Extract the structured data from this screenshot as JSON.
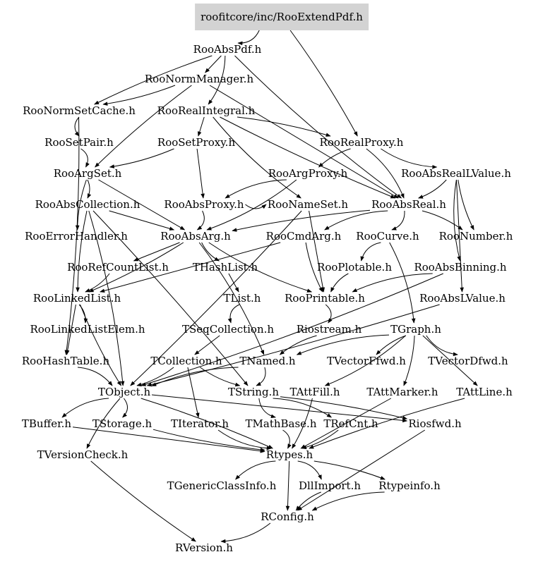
{
  "nodes": [
    {
      "id": "root",
      "label": "roofitcore/inc/RooExtendPdf.h",
      "root": true
    },
    {
      "id": "RooAbsPdf",
      "label": "RooAbsPdf.h"
    },
    {
      "id": "RooNormManager",
      "label": "RooNormManager.h"
    },
    {
      "id": "RooNormSetCache",
      "label": "RooNormSetCache.h"
    },
    {
      "id": "RooRealIntegral",
      "label": "RooRealIntegral.h"
    },
    {
      "id": "RooSetPair",
      "label": "RooSetPair.h"
    },
    {
      "id": "RooSetProxy",
      "label": "RooSetProxy.h"
    },
    {
      "id": "RooRealProxy",
      "label": "RooRealProxy.h"
    },
    {
      "id": "RooArgSet",
      "label": "RooArgSet.h"
    },
    {
      "id": "RooArgProxy",
      "label": "RooArgProxy.h"
    },
    {
      "id": "RooAbsRealLValue",
      "label": "RooAbsRealLValue.h"
    },
    {
      "id": "RooAbsCollection",
      "label": "RooAbsCollection.h"
    },
    {
      "id": "RooAbsProxy",
      "label": "RooAbsProxy.h"
    },
    {
      "id": "RooNameSet",
      "label": "RooNameSet.h"
    },
    {
      "id": "RooAbsReal",
      "label": "RooAbsReal.h"
    },
    {
      "id": "RooErrorHandler",
      "label": "RooErrorHandler.h"
    },
    {
      "id": "RooAbsArg",
      "label": "RooAbsArg.h"
    },
    {
      "id": "RooCmdArg",
      "label": "RooCmdArg.h"
    },
    {
      "id": "RooCurve",
      "label": "RooCurve.h"
    },
    {
      "id": "RooNumber",
      "label": "RooNumber.h"
    },
    {
      "id": "RooRefCountList",
      "label": "RooRefCountList.h"
    },
    {
      "id": "THashList",
      "label": "THashList.h"
    },
    {
      "id": "RooPlotable",
      "label": "RooPlotable.h"
    },
    {
      "id": "RooAbsBinning",
      "label": "RooAbsBinning.h"
    },
    {
      "id": "RooLinkedList",
      "label": "RooLinkedList.h"
    },
    {
      "id": "TList",
      "label": "TList.h"
    },
    {
      "id": "RooPrintable",
      "label": "RooPrintable.h"
    },
    {
      "id": "RooAbsLValue",
      "label": "RooAbsLValue.h"
    },
    {
      "id": "RooLinkedListElem",
      "label": "RooLinkedListElem.h"
    },
    {
      "id": "TSeqCollection",
      "label": "TSeqCollection.h"
    },
    {
      "id": "Riostream",
      "label": "Riostream.h"
    },
    {
      "id": "TGraph",
      "label": "TGraph.h"
    },
    {
      "id": "RooHashTable",
      "label": "RooHashTable.h"
    },
    {
      "id": "TCollection",
      "label": "TCollection.h"
    },
    {
      "id": "TNamed",
      "label": "TNamed.h"
    },
    {
      "id": "TVectorFfwd",
      "label": "TVectorFfwd.h"
    },
    {
      "id": "TVectorDfwd",
      "label": "TVectorDfwd.h"
    },
    {
      "id": "TObject",
      "label": "TObject.h"
    },
    {
      "id": "TString",
      "label": "TString.h"
    },
    {
      "id": "TAttFill",
      "label": "TAttFill.h"
    },
    {
      "id": "TAttMarker",
      "label": "TAttMarker.h"
    },
    {
      "id": "TAttLine",
      "label": "TAttLine.h"
    },
    {
      "id": "TBuffer",
      "label": "TBuffer.h"
    },
    {
      "id": "TStorage",
      "label": "TStorage.h"
    },
    {
      "id": "TIterator",
      "label": "TIterator.h"
    },
    {
      "id": "TMathBase",
      "label": "TMathBase.h"
    },
    {
      "id": "TRefCnt",
      "label": "TRefCnt.h"
    },
    {
      "id": "Riosfwd",
      "label": "Riosfwd.h"
    },
    {
      "id": "TVersionCheck",
      "label": "TVersionCheck.h"
    },
    {
      "id": "Rtypes",
      "label": "Rtypes.h"
    },
    {
      "id": "TGenericClassInfo",
      "label": "TGenericClassInfo.h"
    },
    {
      "id": "DllImport",
      "label": "DllImport.h"
    },
    {
      "id": "Rtypeinfo",
      "label": "Rtypeinfo.h"
    },
    {
      "id": "RConfig",
      "label": "RConfig.h"
    },
    {
      "id": "RVersion",
      "label": "RVersion.h"
    }
  ],
  "edges": [
    [
      "root",
      "RooAbsPdf"
    ],
    [
      "root",
      "RooRealProxy"
    ],
    [
      "RooAbsPdf",
      "RooNormManager"
    ],
    [
      "RooAbsPdf",
      "RooNormSetCache"
    ],
    [
      "RooAbsPdf",
      "RooAbsReal"
    ],
    [
      "RooAbsPdf",
      "RooRealIntegral"
    ],
    [
      "RooNormManager",
      "RooNormSetCache"
    ],
    [
      "RooNormManager",
      "RooAbsReal"
    ],
    [
      "RooNormManager",
      "RooArgSet"
    ],
    [
      "RooNormSetCache",
      "RooSetPair"
    ],
    [
      "RooNormSetCache",
      "RooHashTable"
    ],
    [
      "RooRealIntegral",
      "RooRealProxy"
    ],
    [
      "RooRealIntegral",
      "RooSetProxy"
    ],
    [
      "RooRealIntegral",
      "RooAbsReal"
    ],
    [
      "RooRealIntegral",
      "RooNameSet"
    ],
    [
      "RooSetPair",
      "RooArgSet"
    ],
    [
      "RooSetProxy",
      "RooArgSet"
    ],
    [
      "RooSetProxy",
      "RooAbsProxy"
    ],
    [
      "RooRealProxy",
      "RooArgProxy"
    ],
    [
      "RooRealProxy",
      "RooAbsRealLValue"
    ],
    [
      "RooRealProxy",
      "RooAbsReal"
    ],
    [
      "RooArgSet",
      "RooAbsCollection"
    ],
    [
      "RooArgSet",
      "RooAbsArg"
    ],
    [
      "RooArgSet",
      "RooErrorHandler"
    ],
    [
      "RooArgProxy",
      "RooAbsProxy"
    ],
    [
      "RooArgProxy",
      "RooAbsArg"
    ],
    [
      "RooAbsRealLValue",
      "RooAbsReal"
    ],
    [
      "RooAbsRealLValue",
      "RooAbsLValue"
    ],
    [
      "RooAbsRealLValue",
      "RooNumber"
    ],
    [
      "RooAbsRealLValue",
      "RooAbsBinning"
    ],
    [
      "RooAbsCollection",
      "TObject"
    ],
    [
      "RooAbsCollection",
      "TString"
    ],
    [
      "RooAbsCollection",
      "RooAbsArg"
    ],
    [
      "RooAbsCollection",
      "RooLinkedList"
    ],
    [
      "RooAbsProxy",
      "RooNameSet"
    ],
    [
      "RooAbsProxy",
      "RooAbsArg"
    ],
    [
      "RooNameSet",
      "TObject"
    ],
    [
      "RooNameSet",
      "RooPrintable"
    ],
    [
      "RooAbsReal",
      "RooAbsArg"
    ],
    [
      "RooAbsReal",
      "RooCmdArg"
    ],
    [
      "RooAbsReal",
      "RooCurve"
    ],
    [
      "RooAbsReal",
      "RooNumber"
    ],
    [
      "RooAbsArg",
      "RooRefCountList"
    ],
    [
      "RooAbsArg",
      "THashList"
    ],
    [
      "RooAbsArg",
      "RooPrintable"
    ],
    [
      "RooAbsArg",
      "TNamed"
    ],
    [
      "RooAbsArg",
      "RooLinkedList"
    ],
    [
      "RooCmdArg",
      "RooLinkedList"
    ],
    [
      "RooCmdArg",
      "RooPrintable"
    ],
    [
      "RooCurve",
      "RooPlotable"
    ],
    [
      "RooCurve",
      "TGraph"
    ],
    [
      "RooRefCountList",
      "RooLinkedList"
    ],
    [
      "THashList",
      "TList"
    ],
    [
      "RooPlotable",
      "RooPrintable"
    ],
    [
      "RooAbsBinning",
      "RooPrintable"
    ],
    [
      "RooAbsBinning",
      "TObject"
    ],
    [
      "RooLinkedList",
      "RooLinkedListElem"
    ],
    [
      "RooLinkedList",
      "RooHashTable"
    ],
    [
      "RooLinkedList",
      "TObject"
    ],
    [
      "TList",
      "TSeqCollection"
    ],
    [
      "RooPrintable",
      "Riostream"
    ],
    [
      "RooAbsLValue",
      "TObject"
    ],
    [
      "TSeqCollection",
      "TCollection"
    ],
    [
      "Riostream",
      "TNamed"
    ],
    [
      "TGraph",
      "TNamed"
    ],
    [
      "TGraph",
      "TAttFill"
    ],
    [
      "TGraph",
      "TAttMarker"
    ],
    [
      "TGraph",
      "TAttLine"
    ],
    [
      "TGraph",
      "TVectorFfwd"
    ],
    [
      "TGraph",
      "TVectorDfwd"
    ],
    [
      "RooHashTable",
      "TObject"
    ],
    [
      "TCollection",
      "TObject"
    ],
    [
      "TCollection",
      "TIterator"
    ],
    [
      "TCollection",
      "TString"
    ],
    [
      "TNamed",
      "TObject"
    ],
    [
      "TNamed",
      "TString"
    ],
    [
      "TAttFill",
      "Rtypes"
    ],
    [
      "TAttMarker",
      "Rtypes"
    ],
    [
      "TAttLine",
      "Rtypes"
    ],
    [
      "TObject",
      "TBuffer"
    ],
    [
      "TObject",
      "TStorage"
    ],
    [
      "TObject",
      "Rtypes"
    ],
    [
      "TObject",
      "Riosfwd"
    ],
    [
      "TObject",
      "TVersionCheck"
    ],
    [
      "TString",
      "TMathBase"
    ],
    [
      "TString",
      "TRefCnt"
    ],
    [
      "TString",
      "Riosfwd"
    ],
    [
      "TBuffer",
      "Rtypes"
    ],
    [
      "TStorage",
      "Rtypes"
    ],
    [
      "TIterator",
      "Rtypes"
    ],
    [
      "TMathBase",
      "Rtypes"
    ],
    [
      "TRefCnt",
      "Rtypes"
    ],
    [
      "Riosfwd",
      "RConfig"
    ],
    [
      "TVersionCheck",
      "RVersion"
    ],
    [
      "Rtypes",
      "TGenericClassInfo"
    ],
    [
      "Rtypes",
      "DllImport"
    ],
    [
      "Rtypes",
      "Rtypeinfo"
    ],
    [
      "Rtypes",
      "RConfig"
    ],
    [
      "DllImport",
      "RConfig"
    ],
    [
      "Rtypeinfo",
      "RConfig"
    ],
    [
      "RConfig",
      "RVersion"
    ]
  ],
  "colors": {
    "node_text": "#000000",
    "root_fill": "#d3d3d3",
    "edge": "#000000",
    "background": "#ffffff"
  }
}
